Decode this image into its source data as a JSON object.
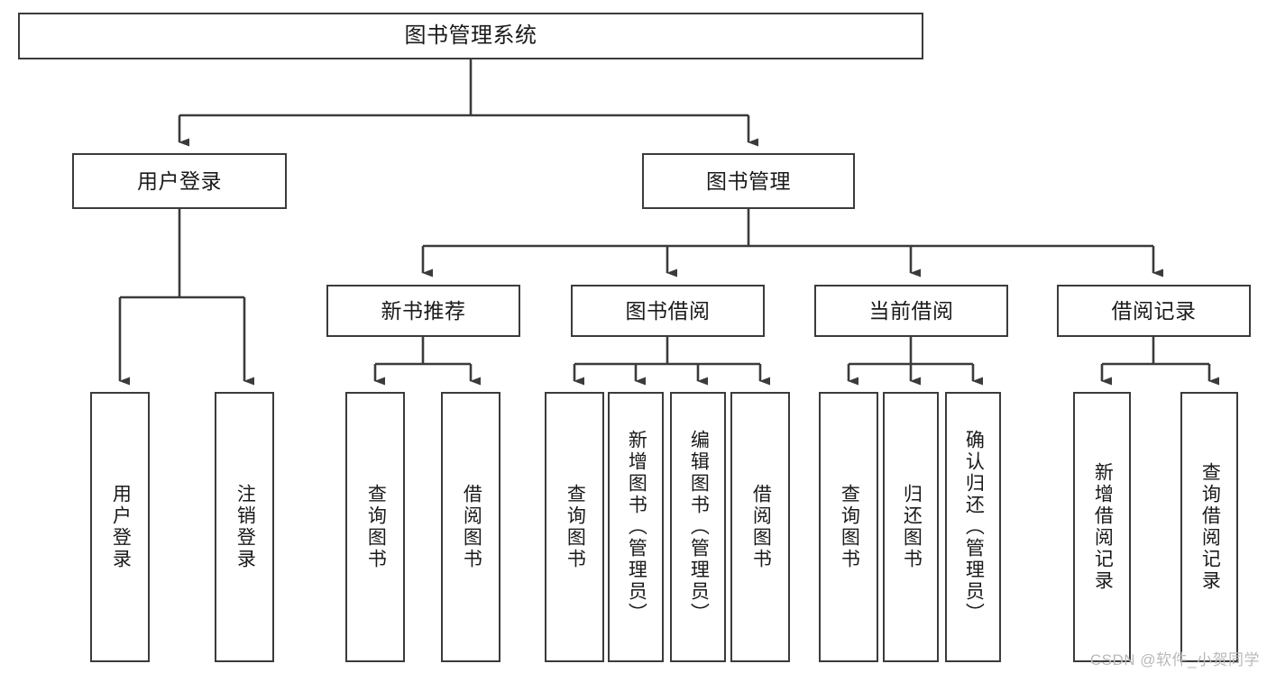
{
  "diagram": {
    "title": "图书管理系统",
    "type": "tree",
    "nodes": {
      "root": {
        "label": "图书管理系统"
      },
      "level2": [
        {
          "id": "user-login",
          "label": "用户登录"
        },
        {
          "id": "book-manage",
          "label": "图书管理"
        }
      ],
      "level3": [
        {
          "id": "new-book-recommend",
          "label": "新书推荐"
        },
        {
          "id": "book-borrow",
          "label": "图书借阅"
        },
        {
          "id": "current-borrow",
          "label": "当前借阅"
        },
        {
          "id": "borrow-record",
          "label": "借阅记录"
        }
      ],
      "leaves": [
        {
          "id": "leaf-user-login",
          "label": "用户登录",
          "parent": "user-login"
        },
        {
          "id": "leaf-user-logout",
          "label": "注销登录",
          "parent": "user-login"
        },
        {
          "id": "leaf-query-book-1",
          "label": "查询图书",
          "parent": "new-book-recommend"
        },
        {
          "id": "leaf-borrow-book-1",
          "label": "借阅图书",
          "parent": "new-book-recommend"
        },
        {
          "id": "leaf-query-book-2",
          "label": "查询图书",
          "parent": "book-borrow"
        },
        {
          "id": "leaf-add-book-admin",
          "label": "新增图书（管理员）",
          "parent": "book-borrow"
        },
        {
          "id": "leaf-edit-book-admin",
          "label": "编辑图书（管理员）",
          "parent": "book-borrow"
        },
        {
          "id": "leaf-borrow-book-2",
          "label": "借阅图书",
          "parent": "book-borrow"
        },
        {
          "id": "leaf-query-book-3",
          "label": "查询图书",
          "parent": "current-borrow"
        },
        {
          "id": "leaf-return-book",
          "label": "归还图书",
          "parent": "current-borrow"
        },
        {
          "id": "leaf-confirm-return-admin",
          "label": "确认归还（管理员）",
          "parent": "current-borrow"
        },
        {
          "id": "leaf-add-record",
          "label": "新增借阅记录",
          "parent": "borrow-record"
        },
        {
          "id": "leaf-query-record",
          "label": "查询借阅记录",
          "parent": "borrow-record"
        }
      ]
    },
    "colors": {
      "stroke": "#3b3b3b",
      "fill": "#ffffff",
      "text": "#1a1a1a",
      "watermark": "#b9b9b9"
    }
  },
  "watermark": {
    "text": "CSDN @软件_小贺同学"
  }
}
